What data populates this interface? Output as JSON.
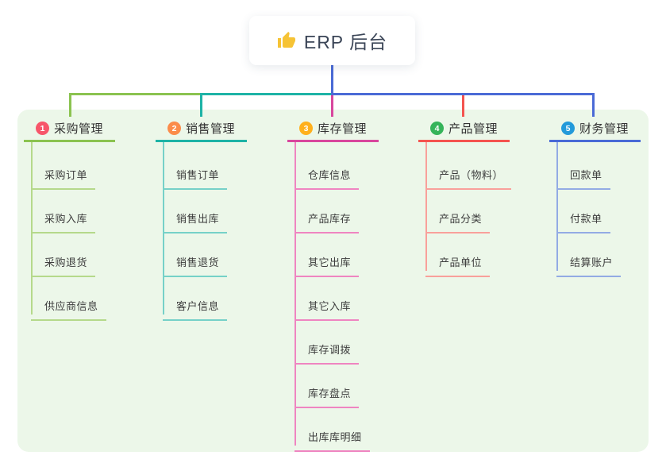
{
  "root": {
    "title": "ERP 后台",
    "icon": "thumbs-up-icon",
    "icon_color": "#f6c335"
  },
  "canvas": {
    "panel_background": "#ecf7e9",
    "page_background": "#ffffff",
    "stem_color": "#4a6ad6"
  },
  "branches": [
    {
      "index": "1",
      "label": "采购管理",
      "badge_color": "#f7566a",
      "line_color": "#8bc350",
      "light_color": "#b5d98b",
      "children": [
        "采购订单",
        "采购入库",
        "采购退货",
        "供应商信息"
      ]
    },
    {
      "index": "2",
      "label": "销售管理",
      "badge_color": "#fb8c4a",
      "line_color": "#1eb3a6",
      "light_color": "#76d1c8",
      "children": [
        "销售订单",
        "销售出库",
        "销售退货",
        "客户信息"
      ]
    },
    {
      "index": "3",
      "label": "库存管理",
      "badge_color": "#ffb01d",
      "line_color": "#d8479d",
      "light_color": "#ef85c1",
      "children": [
        "仓库信息",
        "产品库存",
        "其它出库",
        "其它入库",
        "库存调拨",
        "库存盘点",
        "出库库明细"
      ]
    },
    {
      "index": "4",
      "label": "产品管理",
      "badge_color": "#35b45a",
      "line_color": "#f4544f",
      "light_color": "#f9a09b",
      "children": [
        "产品（物料）",
        "产品分类",
        "产品单位"
      ]
    },
    {
      "index": "5",
      "label": "财务管理",
      "badge_color": "#239ada",
      "line_color": "#4a6ad6",
      "light_color": "#93abe4",
      "children": [
        "回款单",
        "付款单",
        "结算账户"
      ]
    }
  ]
}
